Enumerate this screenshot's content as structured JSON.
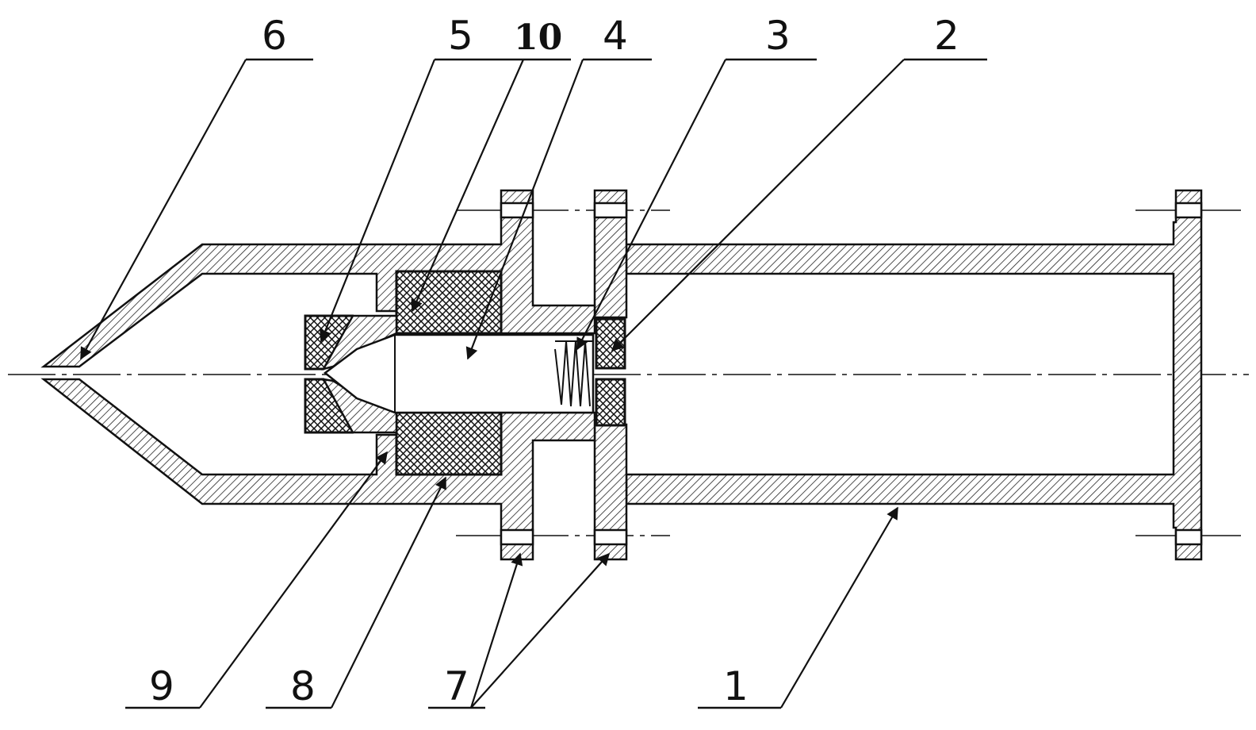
{
  "callouts": {
    "n1": "1",
    "n2": "2",
    "n3": "3",
    "n4": "4",
    "n5": "5",
    "n6": "6",
    "n7": "7",
    "n8": "8",
    "n9": "9",
    "n10": "10"
  },
  "colors": {
    "line": "#111111",
    "background": "#ffffff"
  }
}
